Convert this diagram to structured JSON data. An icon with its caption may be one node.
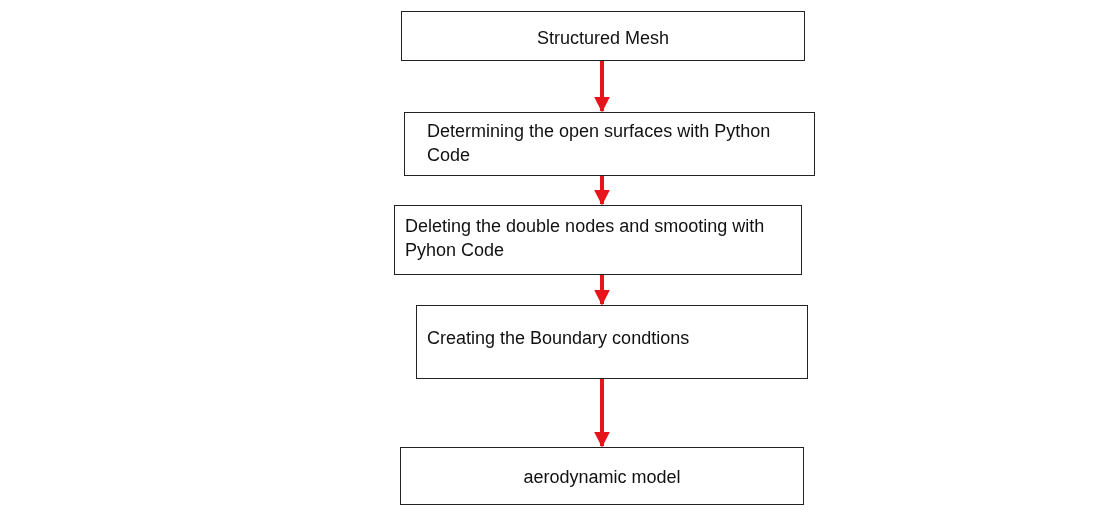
{
  "diagram": {
    "nodes": [
      {
        "text": [
          "Structured Mesh"
        ]
      },
      {
        "text": [
          "Determining the open surfaces with Python Code"
        ]
      },
      {
        "text": [
          "Deleting the double nodes and smooting with Pyhon Code"
        ]
      },
      {
        "text": [
          "Creating the Boundary condtions"
        ]
      },
      {
        "text": [
          "aerodynamic model"
        ]
      }
    ],
    "edges": [
      {
        "from": 0,
        "to": 1,
        "arrow": "to"
      },
      {
        "from": 1,
        "to": 2,
        "arrow": "to"
      },
      {
        "from": 2,
        "to": 3,
        "arrow": "to"
      },
      {
        "from": 3,
        "to": 4,
        "arrow": "to"
      }
    ]
  }
}
